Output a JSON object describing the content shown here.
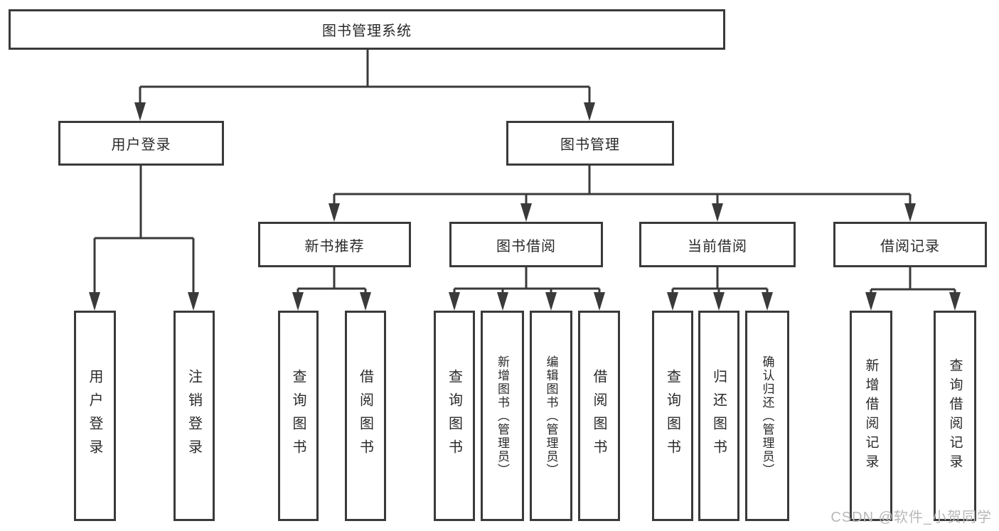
{
  "diagram": {
    "root": {
      "label": "图书管理系统"
    },
    "level2": [
      {
        "label": "用户登录"
      },
      {
        "label": "图书管理"
      }
    ],
    "level3": [
      {
        "label": "新书推荐",
        "parent": "图书管理"
      },
      {
        "label": "图书借阅",
        "parent": "图书管理"
      },
      {
        "label": "当前借阅",
        "parent": "图书管理"
      },
      {
        "label": "借阅记录",
        "parent": "图书管理"
      }
    ],
    "level4": [
      {
        "label": "用户登录",
        "parent": "用户登录"
      },
      {
        "label": "注销登录",
        "parent": "用户登录"
      },
      {
        "label": "查询图书",
        "parent": "新书推荐"
      },
      {
        "label": "借阅图书",
        "parent": "新书推荐"
      },
      {
        "label": "查询图书",
        "parent": "图书借阅"
      },
      {
        "label": "新增图书（管理员）",
        "parent": "图书借阅"
      },
      {
        "label": "编辑图书（管理员）",
        "parent": "图书借阅"
      },
      {
        "label": "借阅图书",
        "parent": "图书借阅"
      },
      {
        "label": "查询图书",
        "parent": "当前借阅"
      },
      {
        "label": "归还图书",
        "parent": "当前借阅"
      },
      {
        "label": "确认归还（管理员）",
        "parent": "当前借阅"
      },
      {
        "label": "新增借阅记录",
        "parent": "借阅记录"
      },
      {
        "label": "查询借阅记录",
        "parent": "借阅记录"
      }
    ]
  },
  "watermark": "CSDN @软件_小贺同学",
  "colors": {
    "line": "#3a3a3a",
    "text": "#2a2a2a",
    "box_background": "#ffffff",
    "page_background": "#ffffff",
    "watermark": "#b8b8b8"
  }
}
